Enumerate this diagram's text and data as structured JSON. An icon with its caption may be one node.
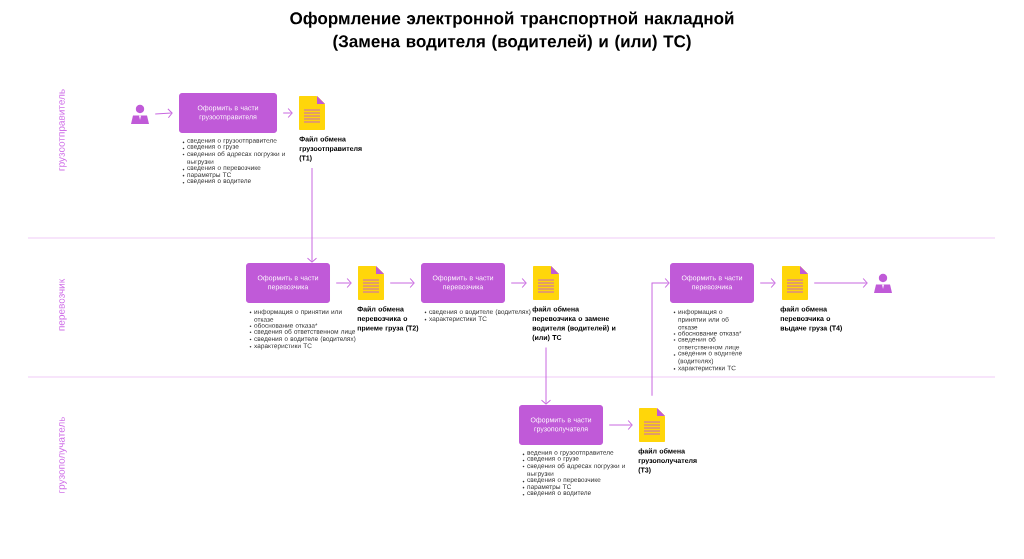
{
  "diagram": {
    "title": "Оформление электронной транспортной накладной (Замена водителя (водителей) и (или) ТС)",
    "nodes": [
      {
        "text": [],
        "shape": "person"
      },
      {
        "text": [
          "Оформить в части грузоотправителя"
        ],
        "beside": [
          "сведения о грузоотправителе",
          "сведения о грузе",
          "сведения об адресах погрузки и выгрузки",
          "сведения о перевозчике",
          "параметры ТС",
          "сведения о водителе"
        ]
      },
      {
        "text": [
          "Файл обмена грузоотправителя (Т1)"
        ]
      },
      {
        "text": [
          "Оформить в части перевозчика"
        ],
        "beside": [
          "информация о принятии или отказе",
          "обоснование отказа*",
          "сведения об ответственном лице",
          "сведения о водителе (водителях)",
          "характеристики ТС"
        ]
      },
      {
        "text": [
          "Файл обмена перевозчика о приеме груза (Т2)"
        ]
      },
      {
        "text": [
          "Оформить в части перевозчика"
        ],
        "beside": [
          "сведения о водителе (водителях)",
          "характеристики ТС"
        ]
      },
      {
        "text": [
          "файл обмена перевозчика о замене водителя (водителей) и (или) ТС"
        ]
      },
      {
        "text": [
          "Оформить в части грузополучателя"
        ],
        "beside": [
          "ведения о грузоотправителе",
          "сведения о грузе",
          "сведения об адресах погрузки и выгрузки",
          "сведения о перевозчике",
          "параметры ТС",
          "сведения о водителе"
        ]
      },
      {
        "text": [
          "файл обмена грузополучателя (Т3)"
        ]
      },
      {
        "text": [
          "Оформить в части перевозчика"
        ],
        "beside": [
          "информация о принятии или об отказе",
          "обоснование отказа*",
          "сведения об ответственном лице",
          "сведения о водителе (водителях)",
          "характеристики ТС"
        ]
      },
      {
        "text": [
          "файл обмена перевозчика о выдаче груза (Т4)"
        ]
      },
      {
        "text": [],
        "shape": "person"
      }
    ],
    "edges": [
      {
        "from": 0,
        "to": 1,
        "arrow": "to"
      },
      {
        "from": 1,
        "to": 2,
        "arrow": "to"
      },
      {
        "from": 2,
        "to": 3,
        "arrow": "to"
      },
      {
        "from": 3,
        "to": 4,
        "arrow": "to"
      },
      {
        "from": 4,
        "to": 5,
        "arrow": "to"
      },
      {
        "from": 5,
        "to": 6,
        "arrow": "to"
      },
      {
        "from": 6,
        "to": 7,
        "arrow": "to"
      },
      {
        "from": 7,
        "to": 8,
        "arrow": "to"
      },
      {
        "from": 8,
        "to": 9,
        "arrow": "to"
      },
      {
        "from": 9,
        "to": 10,
        "arrow": "to"
      },
      {
        "from": 10,
        "to": 11,
        "arrow": "to"
      }
    ],
    "labels": [
      "грузоотправитель",
      "перевозчик",
      "грузополучатель"
    ]
  }
}
